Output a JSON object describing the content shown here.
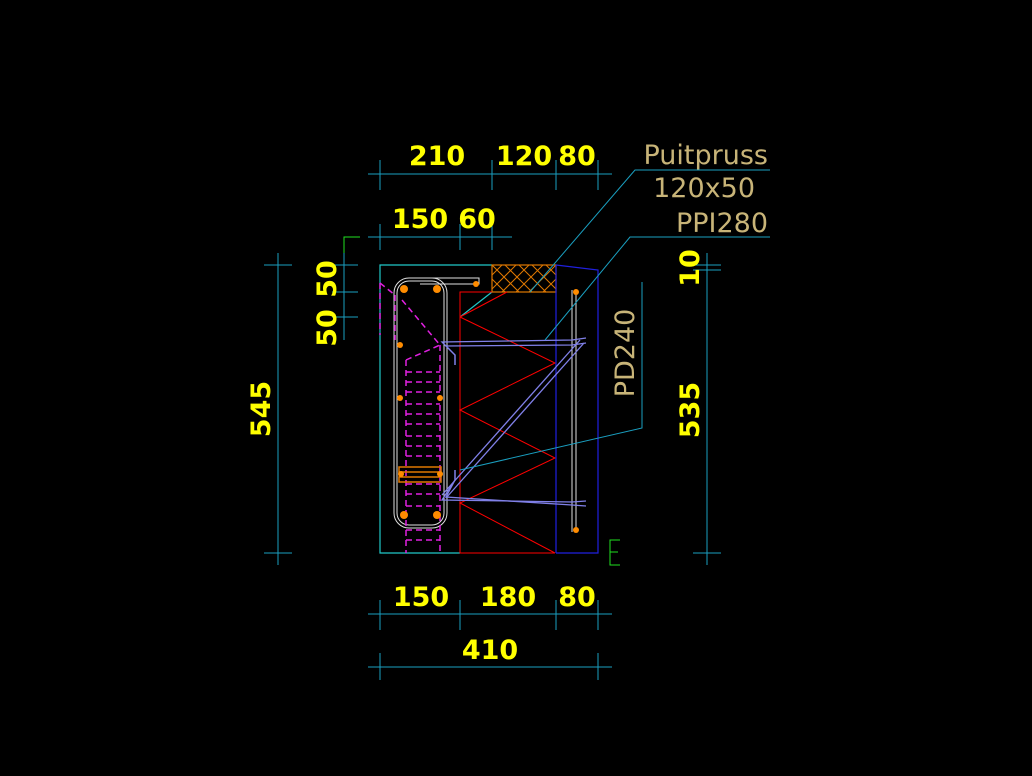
{
  "dimensions": {
    "top_row1": [
      "210",
      "120",
      "80"
    ],
    "top_row2": [
      "150",
      "60"
    ],
    "left_small": [
      "50",
      "50"
    ],
    "left_total": "545",
    "right_top": "10",
    "right_total": "535",
    "bottom_row": [
      "150",
      "180",
      "80"
    ],
    "bottom_total": "410"
  },
  "labels": {
    "purlin_name": "Puitpruss",
    "purlin_size": "120x50",
    "ppi": "PPI280",
    "pd": "PD240"
  },
  "colors": {
    "dimension": "#1a9fc0",
    "dim_text": "#ffff00",
    "label": "#c8b478",
    "rebar": "#ff8c00",
    "insulation": "#ff0000",
    "ties": "#7878e0"
  }
}
